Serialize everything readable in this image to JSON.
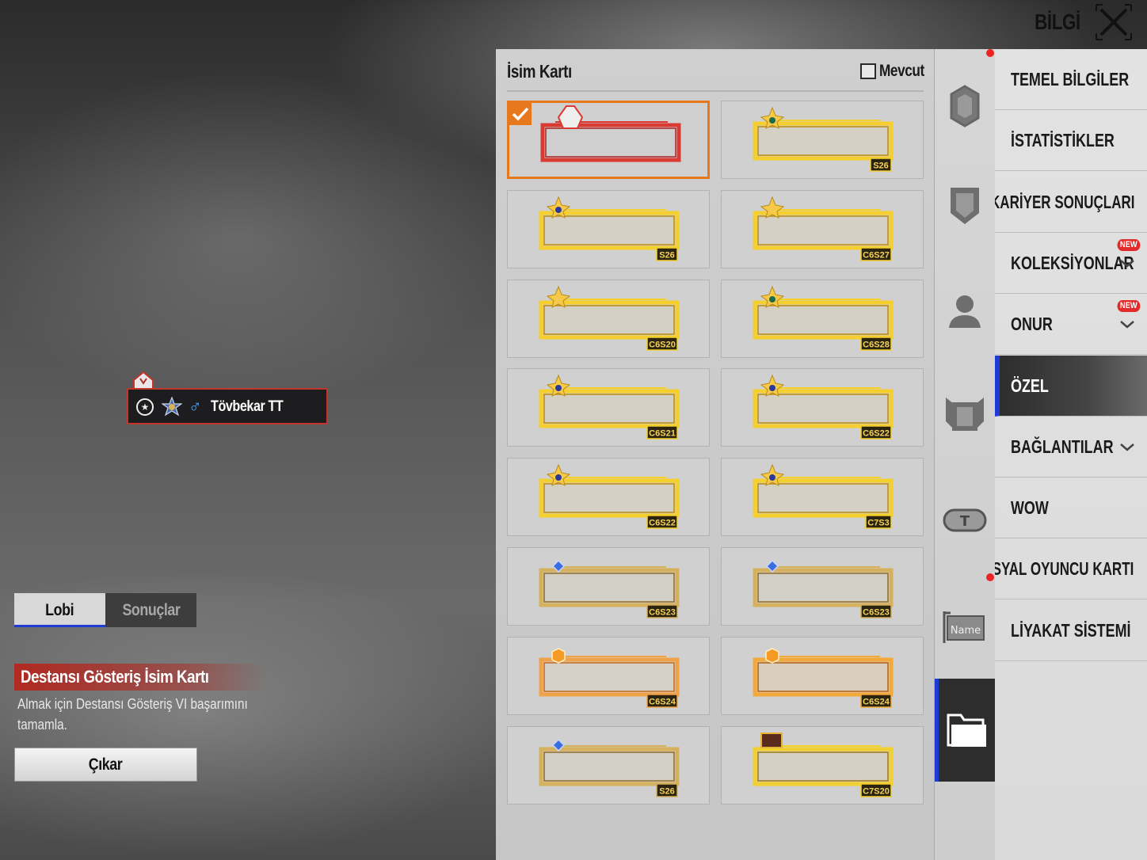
{
  "header": {
    "title": "BİLGİ",
    "close_icon": "close-icon"
  },
  "player_card": {
    "name": "Tövbekar  TT",
    "gender_symbol": "♂",
    "rank_icon": "star-circle-icon"
  },
  "preview_tabs": [
    {
      "label": "Lobi",
      "active": true
    },
    {
      "label": "Sonuçlar",
      "active": false
    }
  ],
  "selected_item": {
    "title": "Destansı Gösteriş İsim Kartı",
    "description": "Almak için Destansı Gösteriş VI başarımını tamamla.",
    "remove_label": "Çıkar"
  },
  "panel": {
    "title": "İsim Kartı",
    "filter_label": "Mevcut",
    "filter_checked": false
  },
  "cards": [
    {
      "tag": "",
      "style": "red",
      "selected": true
    },
    {
      "tag": "S26",
      "style": "gold-gem-green",
      "selected": false
    },
    {
      "tag": "S26",
      "style": "gold-gem-blue",
      "selected": false
    },
    {
      "tag": "C6S27",
      "style": "gold-crown",
      "selected": false
    },
    {
      "tag": "C6S20",
      "style": "gold-crown",
      "selected": false
    },
    {
      "tag": "C6S28",
      "style": "gold-gem-green",
      "selected": false
    },
    {
      "tag": "C6S21",
      "style": "gold-gem-blue",
      "selected": false
    },
    {
      "tag": "C6S22",
      "style": "gold-gem-blue",
      "selected": false
    },
    {
      "tag": "C6S22",
      "style": "gold-gem-blue",
      "selected": false
    },
    {
      "tag": "C7S3",
      "style": "gold-gem-blue",
      "selected": false
    },
    {
      "tag": "C6S23",
      "style": "bronze-diamond",
      "selected": false
    },
    {
      "tag": "C6S23",
      "style": "bronze-diamond",
      "selected": false
    },
    {
      "tag": "C6S24",
      "style": "orange-frame",
      "selected": false
    },
    {
      "tag": "C6S24",
      "style": "orange-ornate",
      "selected": false
    },
    {
      "tag": "S26",
      "style": "bronze-diamond",
      "selected": false
    },
    {
      "tag": "C7S20",
      "style": "gold-emblem",
      "selected": false
    }
  ],
  "icon_tabs": [
    {
      "icon": "avatar-frame-icon",
      "active": false
    },
    {
      "icon": "shield-badge-icon",
      "active": false
    },
    {
      "icon": "person-icon",
      "active": false
    },
    {
      "icon": "winged-frame-icon",
      "active": false
    },
    {
      "icon": "title-badge-icon",
      "active": false,
      "glyph": "T"
    },
    {
      "icon": "name-card-icon",
      "active": false,
      "glyph": "Name"
    },
    {
      "icon": "folder-icon",
      "active": true
    }
  ],
  "menu": [
    {
      "label": "TEMEL BİLGİLER",
      "active": false,
      "new": false,
      "expandable": false
    },
    {
      "label": "İSTATİSTİKLER",
      "active": false,
      "new": false,
      "expandable": false
    },
    {
      "label": "KARİYER SONUÇLARI",
      "active": false,
      "new": false,
      "expandable": false
    },
    {
      "label": "KOLEKSİYONLAR",
      "active": false,
      "new": true,
      "expandable": true
    },
    {
      "label": "ONUR",
      "active": false,
      "new": true,
      "expandable": true
    },
    {
      "label": "ÖZEL",
      "active": true,
      "new": false,
      "expandable": false
    },
    {
      "label": "BAĞLANTILAR",
      "active": false,
      "new": false,
      "expandable": true
    },
    {
      "label": "WOW",
      "active": false,
      "new": false,
      "expandable": false
    },
    {
      "label": "SOSYAL OYUNCU KARTI",
      "active": false,
      "new": false,
      "expandable": false
    },
    {
      "label": "LİYAKAT SİSTEMİ",
      "active": false,
      "new": false,
      "expandable": false
    }
  ],
  "new_badge_label": "NEW",
  "colors": {
    "accent_blue": "#1e3bd6",
    "selected_orange": "#e8781e",
    "title_red": "#b02a22",
    "notification_red": "#ec2323"
  }
}
